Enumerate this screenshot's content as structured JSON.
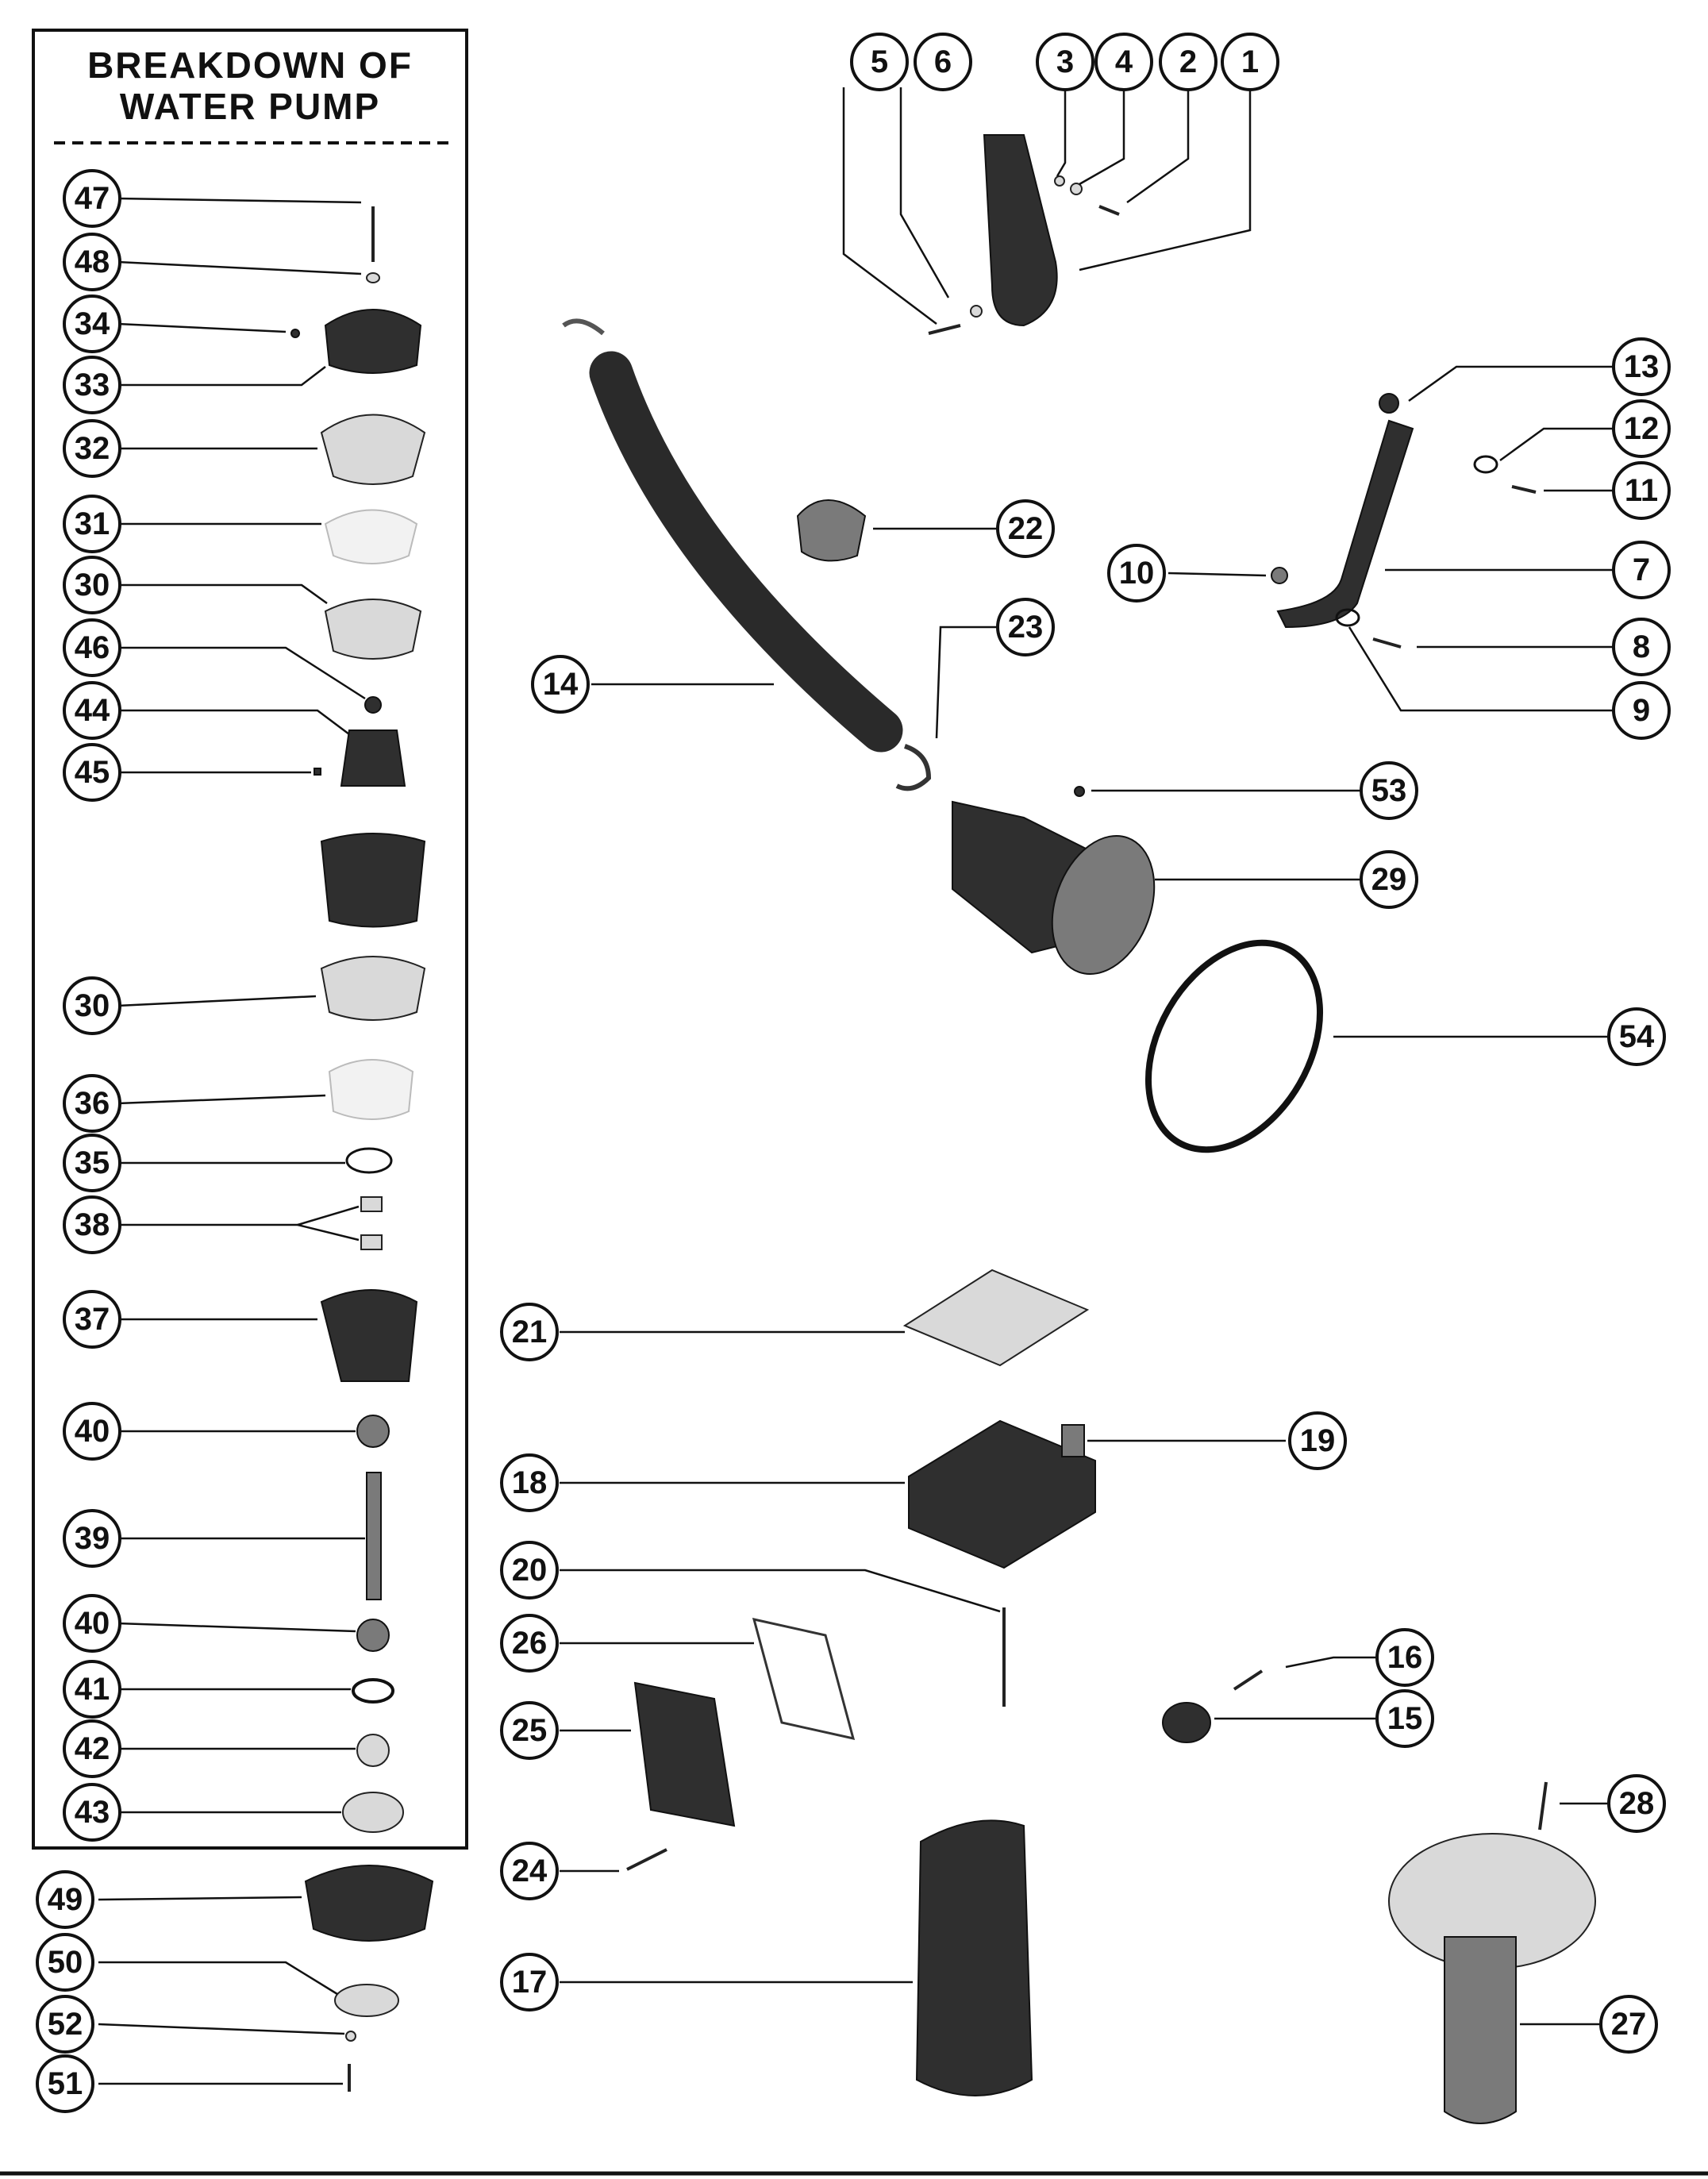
{
  "panel": {
    "title_line1": "BREAKDOWN OF",
    "title_line2": "WATER PUMP"
  },
  "callouts": {
    "c1": "1",
    "c2": "2",
    "c3": "3",
    "c4": "4",
    "c5": "5",
    "c6": "6",
    "c7": "7",
    "c8": "8",
    "c9": "9",
    "c10": "10",
    "c11": "11",
    "c12": "12",
    "c13": "13",
    "c14": "14",
    "c15": "15",
    "c16": "16",
    "c17": "17",
    "c18": "18",
    "c19": "19",
    "c20": "20",
    "c21": "21",
    "c22": "22",
    "c23": "23",
    "c24": "24",
    "c25": "25",
    "c26": "26",
    "c27": "27",
    "c28": "28",
    "c29": "29",
    "c30a": "30",
    "c30b": "30",
    "c31": "31",
    "c32": "32",
    "c33": "33",
    "c34": "34",
    "c35": "35",
    "c36": "36",
    "c37": "37",
    "c38": "38",
    "c39": "39",
    "c40a": "40",
    "c40b": "40",
    "c41": "41",
    "c42": "42",
    "c43": "43",
    "c44": "44",
    "c45": "45",
    "c46": "46",
    "c47": "47",
    "c48": "48",
    "c49": "49",
    "c50": "50",
    "c51": "51",
    "c52": "52",
    "c53": "53",
    "c54": "54"
  }
}
